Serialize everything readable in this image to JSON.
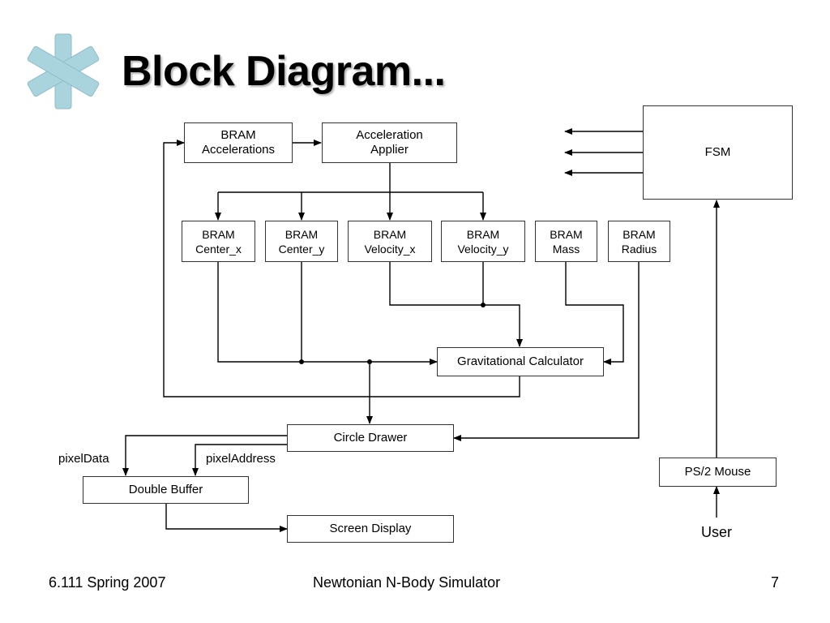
{
  "slide": {
    "title": "Block Diagram...",
    "bullet_icon": "asterisk-icon",
    "accent_color": "#a9d4de"
  },
  "blocks": {
    "bram_accelerations": "BRAM\nAccelerations",
    "acceleration_applier": "Acceleration\nApplier",
    "fsm": "FSM",
    "bram_center_x": "BRAM\nCenter_x",
    "bram_center_y": "BRAM\nCenter_y",
    "bram_velocity_x": "BRAM\nVelocity_x",
    "bram_velocity_y": "BRAM\nVelocity_y",
    "bram_mass": "BRAM\nMass",
    "bram_radius": "BRAM\nRadius",
    "gravitational_calculator": "Gravitational Calculator",
    "circle_drawer": "Circle Drawer",
    "double_buffer": "Double Buffer",
    "screen_display": "Screen Display",
    "ps2_mouse": "PS/2 Mouse"
  },
  "labels": {
    "pixel_data": "pixelData",
    "pixel_address": "pixelAddress",
    "user": "User"
  },
  "footer": {
    "course": "6.111 Spring 2007",
    "project": "Newtonian N-Body Simulator",
    "page_number": "7"
  }
}
